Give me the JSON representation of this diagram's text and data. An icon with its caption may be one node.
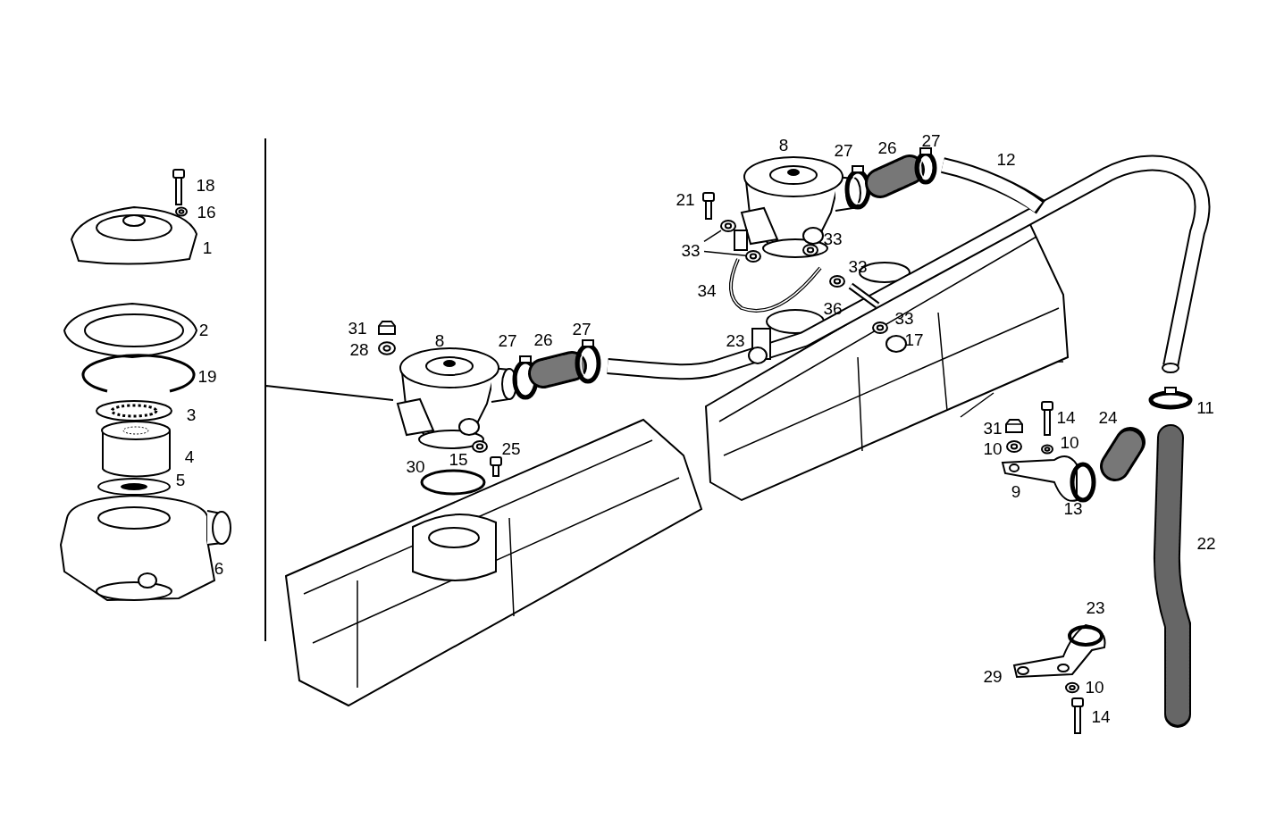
{
  "diagram": {
    "nodes": [
      {
        "text": [
          "33"
        ]
      },
      {
        "text": [],
        "shape": "picture"
      },
      {
        "text": [],
        "shape": "picture"
      }
    ],
    "edges": [
      {
        "from": 0,
        "to": 1,
        "arrow": "none"
      },
      {
        "from": 0,
        "to": 2,
        "arrow": "none"
      }
    ],
    "labels": [
      "18",
      "16",
      "1",
      "2",
      "19",
      "3",
      "4",
      "5",
      "6",
      "8",
      "27",
      "26",
      "27",
      "12",
      "21",
      "33",
      "33",
      "34",
      "36",
      "33",
      "31",
      "8",
      "27",
      "26",
      "27",
      "28",
      "23",
      "17",
      "11",
      "14",
      "24",
      "31",
      "30",
      "15",
      "25",
      "10",
      "10",
      "9",
      "13",
      "22",
      "23",
      "29",
      "10",
      "14"
    ]
  }
}
